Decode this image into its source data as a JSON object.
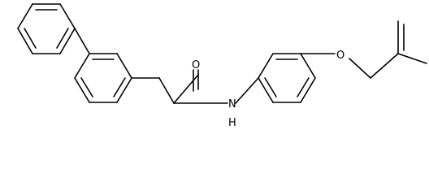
{
  "molecule": {
    "atoms": [
      {
        "label": "O"
      },
      {
        "label": "N"
      },
      {
        "label": "H"
      },
      {
        "label": "O"
      }
    ]
  },
  "colors": {
    "bond": "#000000",
    "background": "#ffffff"
  }
}
